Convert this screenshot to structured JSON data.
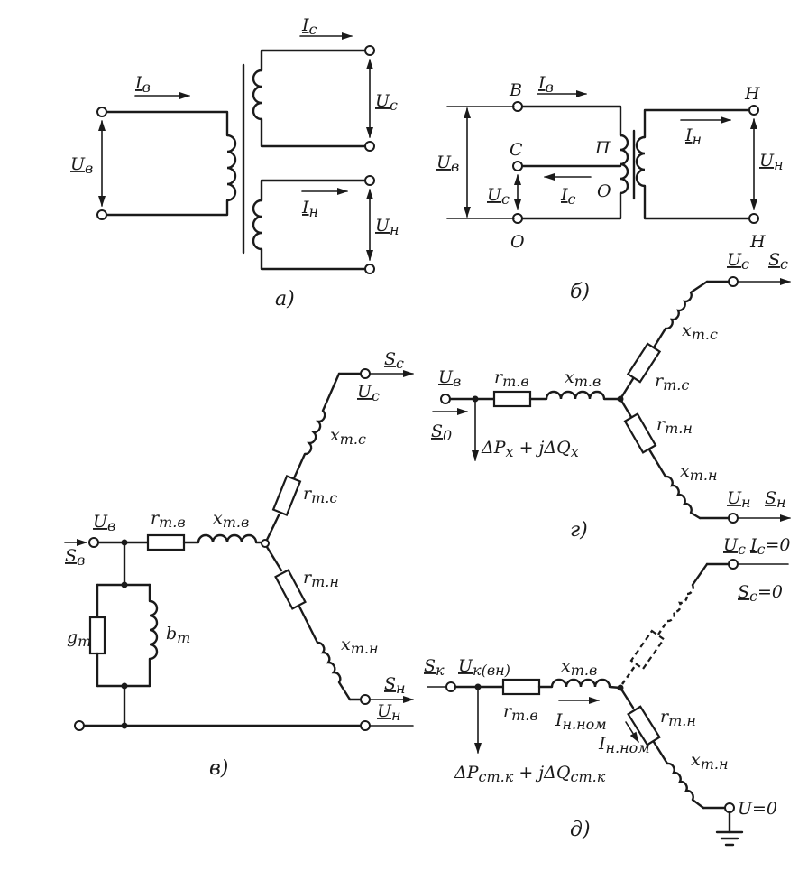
{
  "diagrams": {
    "a": {
      "caption": "а)",
      "I_v": "I",
      "I_v_sub": "в",
      "U_v": "U",
      "U_v_sub": "в",
      "I_s": "I",
      "I_s_sub": "с",
      "U_s": "U",
      "U_s_sub": "с",
      "I_n": "I",
      "I_n_sub": "н",
      "U_n": "U",
      "U_n_sub": "н"
    },
    "b": {
      "caption": "б)",
      "node_V": "В",
      "node_S": "С",
      "node_O_bottom": "О",
      "node_P": "П",
      "node_O_mid": "О",
      "node_N_top": "Н",
      "node_N_bottom": "Н",
      "I_v": "I",
      "I_v_sub": "в",
      "I_s": "I",
      "I_s_sub": "с",
      "I_n": "I",
      "I_n_sub": "н",
      "U_v": "U",
      "U_v_sub": "в",
      "U_s": "U",
      "U_s_sub": "с",
      "U_n": "U",
      "U_n_sub": "н"
    },
    "v": {
      "caption": "в)",
      "U_v": "U",
      "U_v_sub": "в",
      "S_v": "S",
      "S_v_sub": "в",
      "r_tv": "r",
      "r_tv_sub": "т.в",
      "x_tv": "x",
      "x_tv_sub": "т.в",
      "r_ts": "r",
      "r_ts_sub": "т.с",
      "x_ts": "x",
      "x_ts_sub": "т.с",
      "r_tn": "r",
      "r_tn_sub": "т.н",
      "x_tn": "x",
      "x_tn_sub": "т.н",
      "g_t": "g",
      "g_t_sub": "т",
      "b_t": "b",
      "b_t_sub": "т",
      "S_s": "S",
      "S_s_sub": "с",
      "U_s": "U",
      "U_s_sub": "с",
      "S_n": "S",
      "S_n_sub": "н",
      "U_n": "U",
      "U_n_sub": "н"
    },
    "g": {
      "caption": "г)",
      "U_v": "U",
      "U_v_sub": "в",
      "S_0": "S",
      "S_0_sub": "0",
      "r_tv": "r",
      "r_tv_sub": "т.в",
      "x_tv": "x",
      "x_tv_sub": "т.в",
      "loss": "ΔP",
      "loss_sub1": "x",
      "loss_mid": " + jΔQ",
      "loss_sub2": "x",
      "U_s": "U",
      "U_s_sub": "с",
      "S_s": "S",
      "S_s_sub": "с",
      "x_ts": "x",
      "x_ts_sub": "т.с",
      "r_ts": "r",
      "r_ts_sub": "т.с",
      "r_tn": "r",
      "r_tn_sub": "т.н",
      "x_tn": "x",
      "x_tn_sub": "т.н",
      "U_n": "U",
      "U_n_sub": "н",
      "S_n": "S",
      "S_n_sub": "н"
    },
    "d": {
      "caption": "д)",
      "S_k": "S",
      "S_k_sub": "к",
      "U_k": "U",
      "U_k_sub": "к(вн)",
      "x_tv": "x",
      "x_tv_sub": "т.в",
      "r_tv": "r",
      "r_tv_sub": "т.в",
      "I_nom1": "I",
      "I_nom1_sub": "н.ном",
      "I_nom2": "I",
      "I_nom2_sub": "н.ном",
      "loss": "ΔP",
      "loss_sub1": "ст.к",
      "loss_mid": " + jΔQ",
      "loss_sub2": "ст.к",
      "U_s": "U",
      "U_s_sub": "с",
      "I_s_zero": "I",
      "I_s_zero_sub": "с",
      "I_s_zero_val": "=0",
      "S_s_zero": "S",
      "S_s_zero_sub": "с",
      "S_s_zero_val": "=0",
      "r_tn": "r",
      "r_tn_sub": "т.н",
      "x_tn": "x",
      "x_tn_sub": "т.н",
      "U_zero": "U=0"
    }
  }
}
